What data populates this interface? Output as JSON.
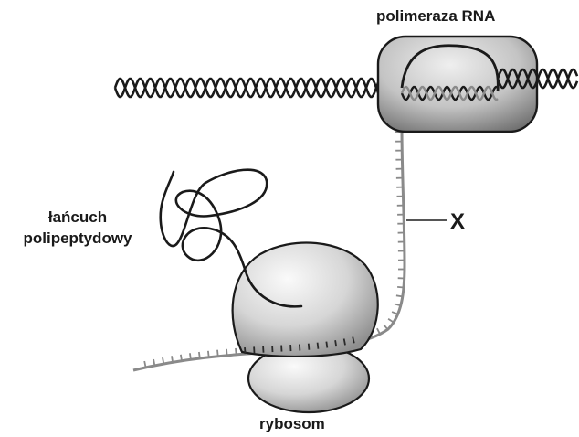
{
  "labels": {
    "polymerase": "polimeraza RNA",
    "chain_line1": "łańcuch",
    "chain_line2": "polipeptydowy",
    "x_marker": "X",
    "ribosome": "rybosom"
  }
}
